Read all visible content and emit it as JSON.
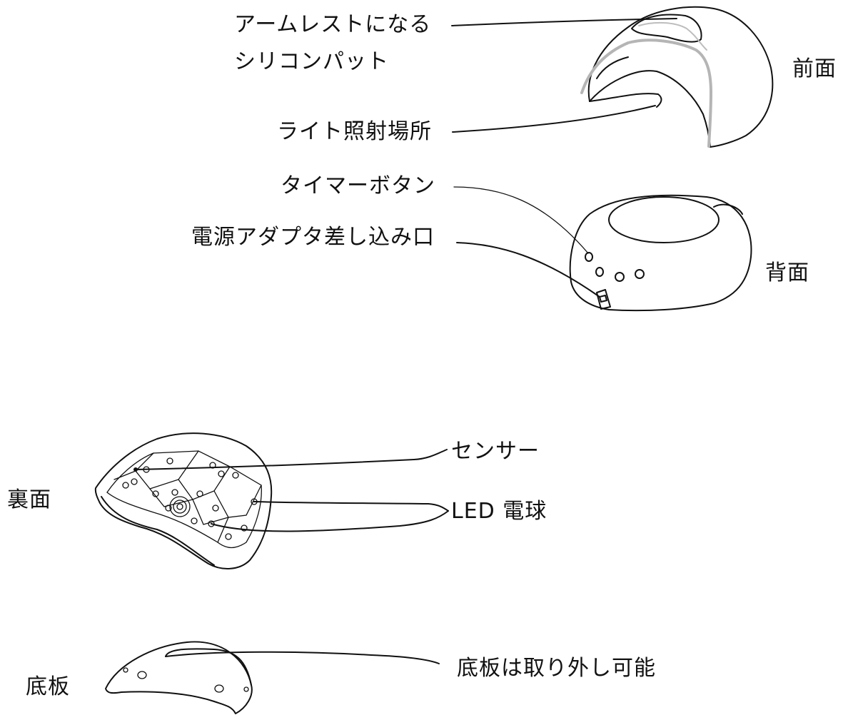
{
  "views": {
    "front": "前面",
    "back": "背面",
    "bottom_side": "裏面",
    "base_plate": "底板"
  },
  "callouts": {
    "armrest_line1": "アームレストになる",
    "armrest_line2": "シリコンパット",
    "light_area": "ライト照射場所",
    "timer_button": "タイマーボタン",
    "power_port": "電源アダプタ差し込み口",
    "sensor": "センサー",
    "led": "LED 電球",
    "removable_base": "底板は取り外し可能"
  },
  "colors": {
    "ink": "#111111",
    "silicone_pad": "#b5b5b5",
    "background": "#ffffff"
  }
}
